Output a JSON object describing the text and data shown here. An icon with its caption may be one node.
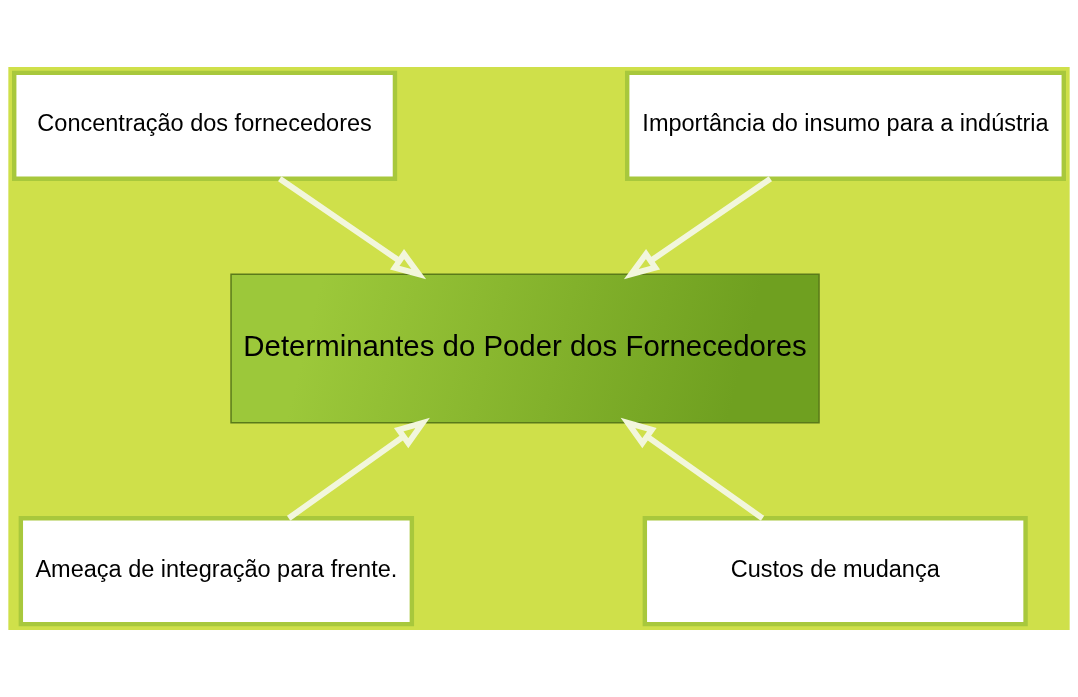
{
  "diagram": {
    "nodes": [
      {
        "text": [
          "Concentração dos fornecedores"
        ]
      },
      {
        "text": [
          "Importância do insumo para a indústria"
        ]
      },
      {
        "text": [
          "Determinantes do Poder dos Fornecedores"
        ]
      },
      {
        "text": [
          "Ameaça de integração para frente."
        ]
      },
      {
        "text": [
          "Custos de mudança"
        ]
      }
    ],
    "edges": [
      {
        "from": 0,
        "to": 2,
        "arrow": "to"
      },
      {
        "from": 1,
        "to": 2,
        "arrow": "to"
      },
      {
        "from": 3,
        "to": 2,
        "arrow": "to"
      },
      {
        "from": 4,
        "to": 2,
        "arrow": "to"
      }
    ]
  }
}
